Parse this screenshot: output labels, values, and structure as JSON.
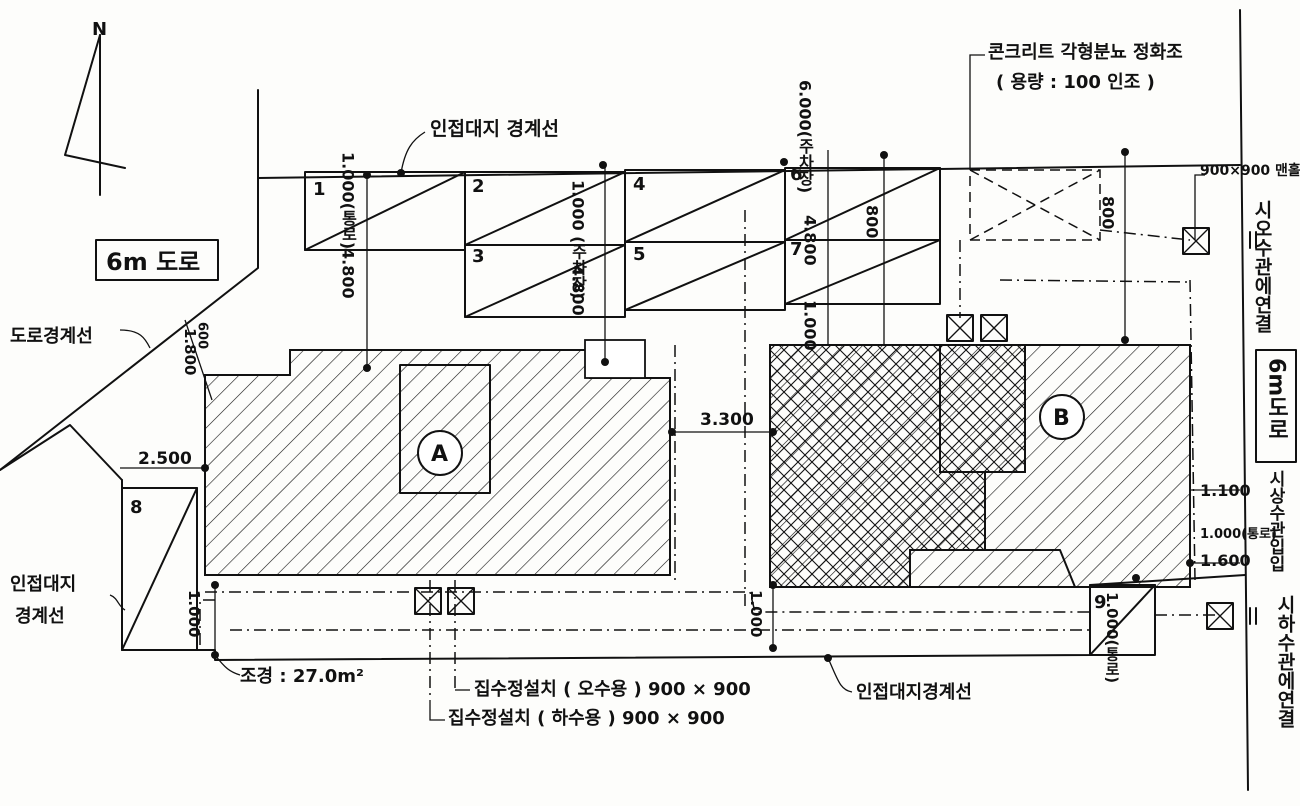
{
  "north": {
    "label": "N"
  },
  "roads": {
    "west": "6m 도로",
    "east": "6m도로"
  },
  "labels": {
    "adjacent_top": "인접대지 경계선",
    "adjacent_left": [
      "인접대지",
      "경계선"
    ],
    "adjacent_bottom": "인접대지경계선",
    "road_boundary": "도로경계선",
    "septic_tank": "콘크리트 각형분뇨 정화조",
    "septic_capacity": "( 용량 : 100 인조 )",
    "manhole": "900×900 맨홀",
    "sewer_main": "시오수관에연결",
    "storm_inlet": "시상수관입입",
    "storm_main": "시하수관에연결",
    "landscape": "조경 : 27.0m²",
    "pit_sewage": "집수정설치 ( 오수용 )  900 × 900",
    "pit_storm": "집수정설치 ( 하수용 )  900 × 900",
    "dim_1000a": "1.000(통로)",
    "dim_1000b": "1.000 (주차장)",
    "dim_6000": "6.000(주차장)",
    "dim_4800": "4.800",
    "dim_800a": "800",
    "dim_800b": "800",
    "dim_1000c": "1.000",
    "dim_3300": "3.300",
    "dim_2500": "2.500",
    "dim_1800": "1.800",
    "dim_1000d": "1.000",
    "dim_1000e": "1.000",
    "dim_600": "600",
    "dim_1000f": "1.000(통로)",
    "dim_1000g": "1.000(통로)",
    "dim_1100": "1.100",
    "dim_1000h": "1.000",
    "dim_1600": "1.600",
    "dim_1000i": "1.000"
  },
  "buildings": {
    "a": "A",
    "b": "B"
  },
  "parking": [
    "1",
    "2",
    "3",
    "4",
    "5",
    "6",
    "7",
    "8",
    "9"
  ]
}
